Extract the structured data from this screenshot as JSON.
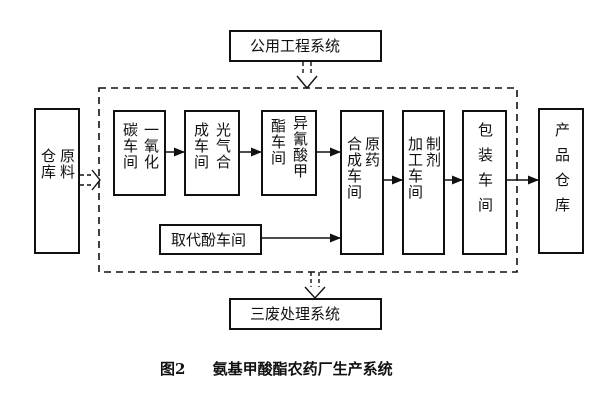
{
  "boxes": {
    "utility": "公用工程系统",
    "raw_col1": "原料",
    "raw_col2": "仓库",
    "co_col1": "一氧化",
    "co_col2": "碳车间",
    "phosgene_col1": "光气合",
    "phosgene_col2": "成车间",
    "isocyanate_col1": "异氰酸甲",
    "isocyanate_col2": "酯车间",
    "substituted_phenol": "取代酚车间",
    "synthesis_col1": "原药",
    "synthesis_col2": "合成车间",
    "formulation_col1": "制剂",
    "formulation_col2": "加工车间",
    "packaging_col1": "包装车间",
    "product_col1": "产品仓库",
    "waste": "三废处理系统"
  },
  "caption": {
    "number": "图2",
    "title": "氨基甲酸酯农药厂生产系统"
  }
}
